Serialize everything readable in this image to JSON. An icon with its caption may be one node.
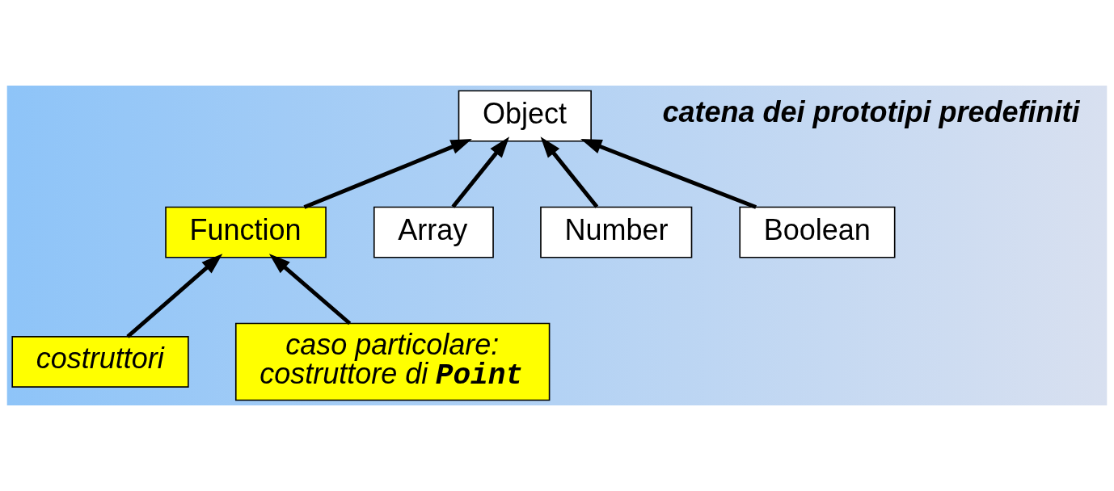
{
  "diagram": {
    "nodes": [
      {
        "text": [
          "Object"
        ]
      },
      {
        "text": [
          "Function"
        ]
      },
      {
        "text": [
          "Array"
        ]
      },
      {
        "text": [
          "Number"
        ]
      },
      {
        "text": [
          "Boolean"
        ]
      },
      {
        "text": [
          "costruttori"
        ]
      },
      {
        "text": [
          "caso particolare: costruttore di **Point**"
        ]
      }
    ],
    "edges": [
      {
        "from": 1,
        "to": 0,
        "arrow": "to"
      },
      {
        "from": 2,
        "to": 0,
        "arrow": "to"
      },
      {
        "from": 3,
        "to": 0,
        "arrow": "to"
      },
      {
        "from": 4,
        "to": 0,
        "arrow": "to"
      },
      {
        "from": 5,
        "to": 1,
        "arrow": "to"
      },
      {
        "from": 6,
        "to": 1,
        "arrow": "to"
      }
    ],
    "labels": [
      "catena dei prototipi predefiniti"
    ]
  }
}
